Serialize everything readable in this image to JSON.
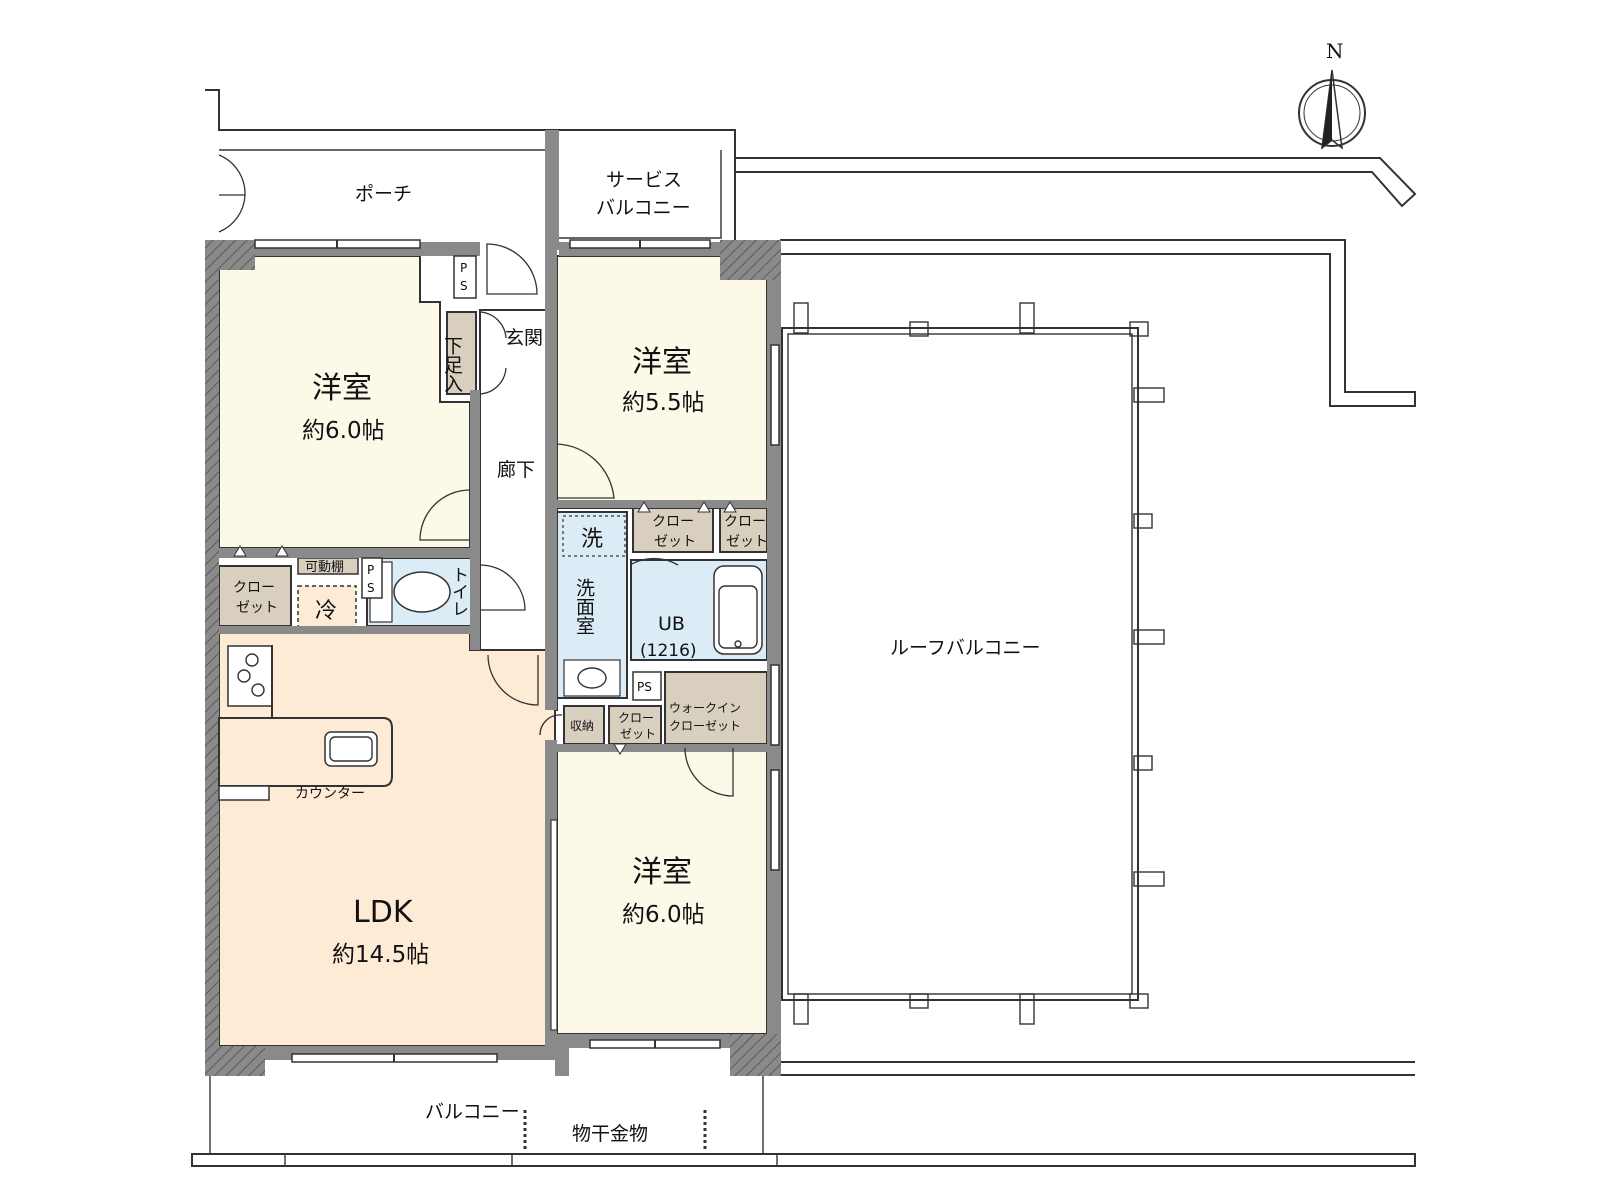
{
  "compass": {
    "label": "N"
  },
  "rooms": {
    "porch": "ポーチ",
    "service_balcony": [
      "サービス",
      "バルコニー"
    ],
    "western_room_1": {
      "name": "洋室",
      "size": "約6.0帖"
    },
    "western_room_2": {
      "name": "洋室",
      "size": "約5.5帖"
    },
    "western_room_3": {
      "name": "洋室",
      "size": "約6.0帖"
    },
    "ldk": {
      "name": "LDK",
      "size": "約14.5帖"
    },
    "entrance": "玄関",
    "hallway": "廊下",
    "shoe_closet": "下足入",
    "toilet": "トイレ",
    "washroom": "洗面室",
    "washer": "洗",
    "unit_bath": {
      "name": "UB",
      "size": "(1216)"
    },
    "fridge": "冷",
    "movable_shelf": "可動棚",
    "counter": "カウンター",
    "storage": "収納",
    "walk_in_closet": [
      "ウォークイン",
      "クローゼット"
    ],
    "closet": [
      "クロー",
      "ゼット"
    ],
    "pipe_space": "PS",
    "roof_balcony": "ルーフバルコニー",
    "balcony": "バルコニー",
    "laundry_hanger": "物干金物"
  },
  "colors": {
    "western_room": "#fdf9e9",
    "ldk": "#fdebd6",
    "wet_area": "#dcecf7",
    "storage": "#d8cfbf",
    "wall": "#8a8a8a"
  }
}
